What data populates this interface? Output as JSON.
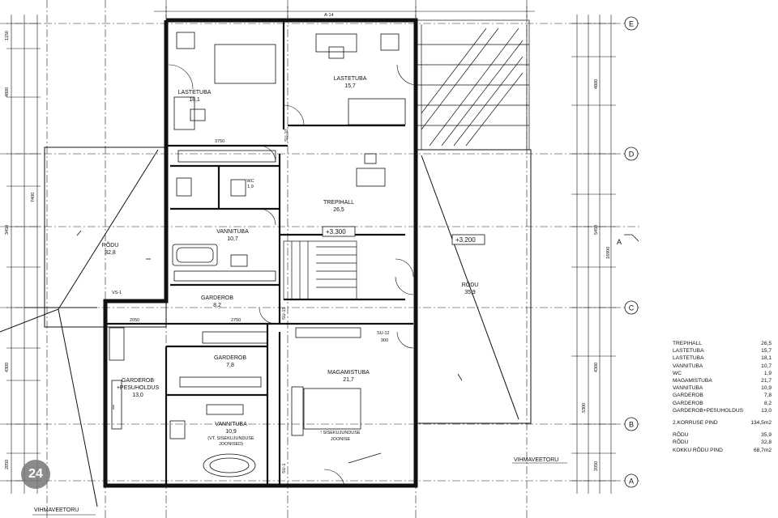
{
  "rooms": {
    "lastetuba_left": {
      "name": "LASTETUBA",
      "area": "18,1"
    },
    "lastetuba_right": {
      "name": "LASTETUBA",
      "area": "15,7"
    },
    "trepihall": {
      "name": "TREPIHALL",
      "area": "26,5"
    },
    "vannituba_upper": {
      "name": "VANNITUBA",
      "area": "10,7"
    },
    "rodu_left": {
      "name": "RÕDU",
      "area": "32,8"
    },
    "rodu_right": {
      "name": "RÕDU",
      "area": "35,9"
    },
    "garderob_upper": {
      "name": "GARDEROB",
      "area": "8,2"
    },
    "garderob_lower": {
      "name": "GARDEROB",
      "area": "7,8"
    },
    "magamistuba": {
      "name": "MAGAMISTUBA",
      "area": "21,7"
    },
    "garderob_pesu": {
      "name_1": "GARDEROB",
      "name_2": "+PESUHOLDUS",
      "area": "13,0"
    },
    "vannituba_lower": {
      "name": "VANNITUBA",
      "area": "10,9",
      "note_1": "(VT. SISEKUJUNDUSE",
      "note_2": "JOONISED)"
    },
    "wc": {
      "name": "WC",
      "area": "1,9"
    }
  },
  "levels": {
    "hall": "+3.300",
    "balcony": "+3.200"
  },
  "drain_label_right": "VIHMAVEETORU",
  "drain_label_left": "VIHMAVEETORU",
  "axes": {
    "e": "E",
    "d": "D",
    "c": "C",
    "b": "B",
    "a": "A",
    "a_side": "A"
  },
  "dims": {
    "left_top": "1150",
    "left_4800": "4800",
    "left_2050": "2050",
    "left_7400": "7400",
    "right_16900": "16900",
    "right_5450": "5450",
    "right_4800": "4800",
    "right_5300": "5300",
    "top_3750": "3750",
    "top_2050": "2050",
    "top_2750": "2750",
    "top_900": "900",
    "left_3450": "3450",
    "left_4300": "4300",
    "right_4300": "4300",
    "right_2050": "2050"
  },
  "door_tags": {
    "su10": "SU-10",
    "su12": "SU-12",
    "su15": "SU-15",
    "su1": "SU-1",
    "vs1": "VS-1",
    "tag_a14": "A-14"
  },
  "annotation_center_1": "! SISEKUJUNDUSE",
  "annotation_center_2": "JOONISE",
  "logo_text": "24",
  "area_table": {
    "rows": [
      {
        "label": "TREPIHALL",
        "value": "26,5"
      },
      {
        "label": "LASTETUBA",
        "value": "15,7"
      },
      {
        "label": "LASTETUBA",
        "value": "18,1"
      },
      {
        "label": "VANNITUBA",
        "value": "10,7"
      },
      {
        "label": "WC",
        "value": "1,9"
      },
      {
        "label": "MAGAMISTUBA",
        "value": "21,7"
      },
      {
        "label": "VANNITUBA",
        "value": "10,9"
      },
      {
        "label": "GARDEROB",
        "value": "7,8"
      },
      {
        "label": "GARDEROB",
        "value": "8,2"
      },
      {
        "label": "GARDEROB+PESUHOLDUS",
        "value": "13,0"
      }
    ],
    "total": {
      "label": "2.KORRUSE PIND",
      "value": "134,5m2"
    },
    "balcony_rows": [
      {
        "label": "RÕDU",
        "value": "35,9"
      },
      {
        "label": "RÕDU",
        "value": "32,8"
      },
      {
        "label": "KOKKU RÕDU PIND",
        "value": "68,7m2"
      }
    ]
  }
}
